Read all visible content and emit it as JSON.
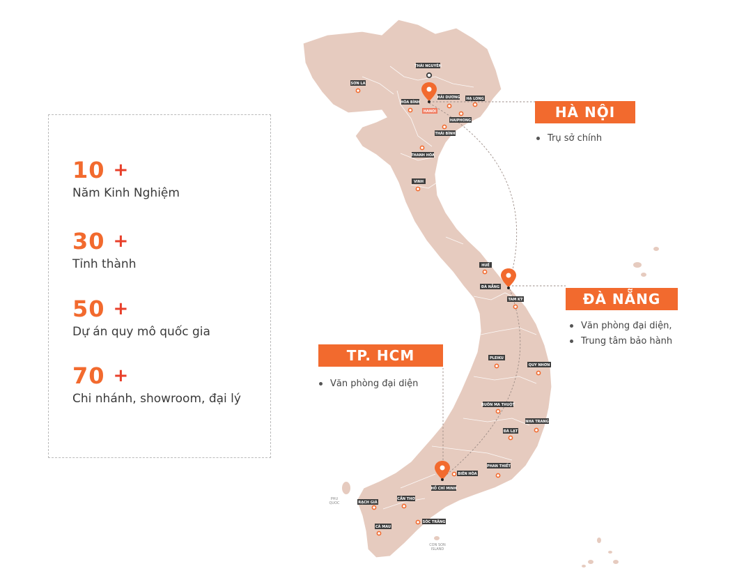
{
  "stats": [
    {
      "number": "10",
      "plus": "+",
      "label": "Năm Kinh Nghiệm"
    },
    {
      "number": "30",
      "plus": "+",
      "label": "Tỉnh thành"
    },
    {
      "number": "50",
      "plus": "+",
      "label": "Dự án quy mô quốc gia"
    },
    {
      "number": "70",
      "plus": "+",
      "label": "Chi nhánh, showroom, đại lý"
    }
  ],
  "offices": {
    "hanoi": {
      "title": "HÀ NỘI",
      "items": [
        "Trụ sở chính"
      ]
    },
    "danang": {
      "title": "ĐÀ NẴNG",
      "items": [
        "Văn phòng đại diện,",
        "Trung tâm bảo hành"
      ]
    },
    "hcm": {
      "title": "TP. HCM",
      "items": [
        "Văn phòng đại diện"
      ]
    }
  },
  "cities": {
    "thai_nguyen": "THÁI NGUYÊN",
    "son_la": "SƠN LA",
    "hoa_binh": "HÒA BÌNH",
    "hai_duong": "HẢI DƯƠNG",
    "ha_long": "HẠ LONG",
    "hanoi": "HANOI",
    "haiphong": "HAIPHONG",
    "thai_binh": "THÁI BÌNH",
    "thanh_hoa": "THANH HÓA",
    "vinh": "VINH",
    "hue": "HUẾ",
    "da_nang": "ĐÀ NẴNG",
    "tam_ky": "TAM KỲ",
    "pleiku": "PLEIKU",
    "quy_nhon": "QUY NHƠN",
    "buon_ma_thuot": "BUÔN MA THUỘT",
    "nha_trang": "NHA TRANG",
    "da_lat": "ĐÀ LẠT",
    "phan_thiet": "PHAN THIẾT",
    "bien_hoa": "BIÊN HÒA",
    "ho_chi_minh": "HỒ CHÍ MINH",
    "rach_gia": "RẠCH GIÁ",
    "can_tho": "CẦN THƠ",
    "soc_trang": "SÓC TRĂNG",
    "ca_mau": "CÀ MAU"
  },
  "islands": {
    "phu_quoc_1": "PHU",
    "phu_quoc_2": "QUOC",
    "con_son_1": "CON SON",
    "con_son_2": "ISLAND"
  },
  "colors": {
    "accent": "#f26a2e",
    "plus": "#e8402b",
    "land": "#e6cbbf",
    "label_bg": "#3d3d3d",
    "hanoi_label_bg": "#f07a5e"
  }
}
